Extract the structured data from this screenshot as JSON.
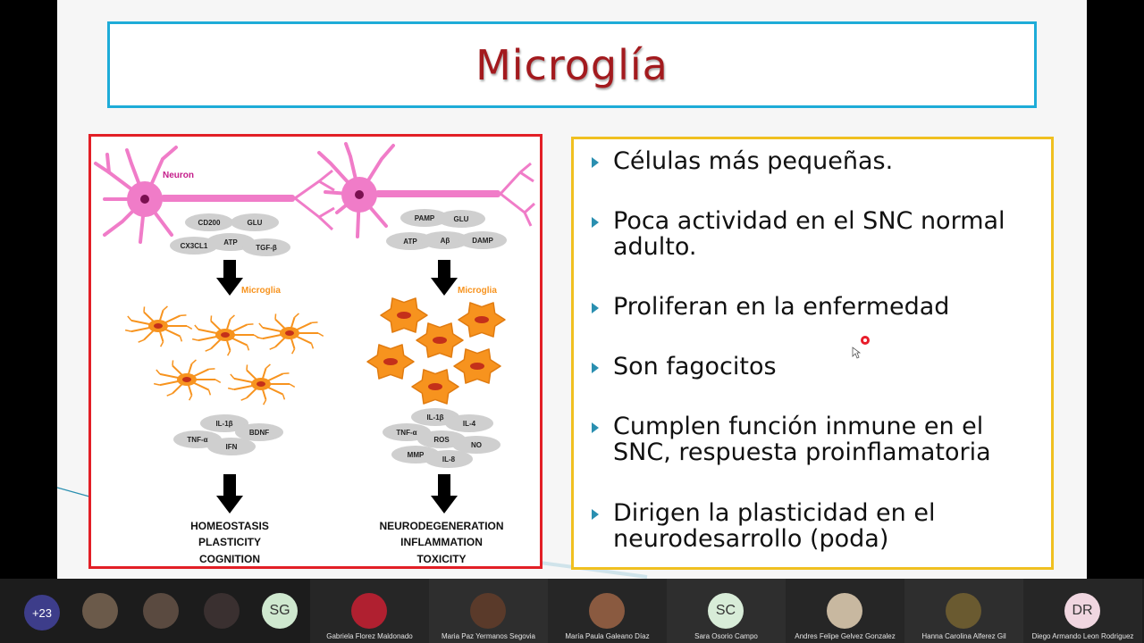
{
  "slide": {
    "title": "Microglía",
    "bullets": [
      "Células más pequeñas.",
      "Poca actividad en el SNC normal\nadulto.",
      "Proliferan en la enfermedad",
      "Son fagocitos",
      "Cumplen función inmune en el\nSNC, respuesta proinflamatoria",
      "Dirigen la plasticidad en el\nneurodesarrollo (poda)"
    ],
    "figure": {
      "neuron_label": "Neuron",
      "microglia_label_left": "Microglia",
      "microglia_label_right": "Microglia",
      "left_signals": [
        "CD200",
        "GLU",
        "CX3CL1",
        "ATP",
        "TGF-β"
      ],
      "right_signals": [
        "PAMP",
        "GLU",
        "ATP",
        "Aβ",
        "DAMP"
      ],
      "left_factors": [
        "IL-1β",
        "TNF-α",
        "BDNF",
        "IFN"
      ],
      "right_factors": [
        "IL-1β",
        "IL-4",
        "TNF-α",
        "ROS",
        "NO",
        "MMP",
        "IL-8"
      ],
      "left_outcome": [
        "HOMEOSTASIS",
        "PLASTICITY",
        "COGNITION"
      ],
      "right_outcome": [
        "NEURODEGENERATION",
        "INFLAMMATION",
        "TOXICITY"
      ]
    }
  },
  "colors": {
    "title": "#a31a1e",
    "title_border": "#1eacd8",
    "figure_border": "#e21f26",
    "bullets_border": "#f0c020",
    "bullet_arrow": "#2a8fb0",
    "neuron": "#f07cc8",
    "microglia": "#f7931e"
  },
  "participants": {
    "more": "+23",
    "small": [
      {
        "initials": ""
      },
      {
        "initials": ""
      },
      {
        "initials": ""
      },
      {
        "initials": "SG"
      }
    ],
    "tiles": [
      {
        "name": "Gabriela Florez Maldonado",
        "initials": ""
      },
      {
        "name": "Maria Paz Yermanos Segovia",
        "initials": ""
      },
      {
        "name": "María Paula Galeano Díaz",
        "initials": ""
      },
      {
        "name": "Sara Osorio Campo",
        "initials": "SC"
      },
      {
        "name": "Andres Felipe Gelvez Gonzalez",
        "initials": ""
      },
      {
        "name": "Hanna Carolina Alferez Gil",
        "initials": ""
      },
      {
        "name": "Diego Armando Leon Rodriguez",
        "initials": "DR"
      }
    ]
  }
}
